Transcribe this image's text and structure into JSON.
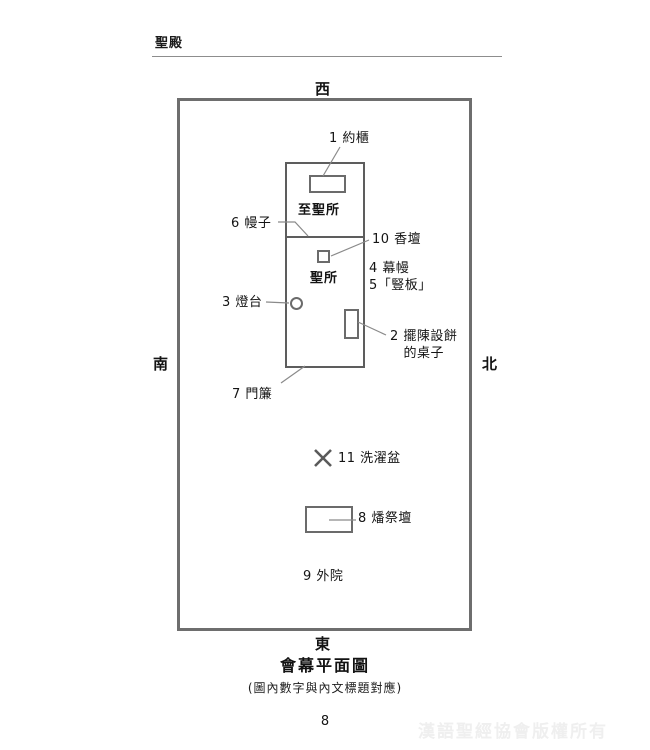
{
  "header": {
    "title": "聖殿"
  },
  "compass": {
    "west": "西",
    "east": "東",
    "south": "南",
    "north": "北"
  },
  "rooms": {
    "holy_of_holies": "至聖所",
    "holy_place": "聖所"
  },
  "labels": {
    "ark": "1 約櫃",
    "showbread_table_line1": "2 擺陳設餅",
    "showbread_table_line2": "的桌子",
    "lampstand": "3 燈台",
    "curtain_screen": "4 幕幔",
    "boards": "5「豎板」",
    "veil": "6 幔子",
    "door_screen": "7 門簾",
    "burnt_offering_altar": "8 燔祭壇",
    "outer_court": "9 外院",
    "incense_altar": "10 香壇",
    "laver": "11 洗濯盆"
  },
  "caption": {
    "title": "會幕平面圖",
    "subtitle": "(圖內數字與內文標題對應)"
  },
  "footer": {
    "page_number": "8",
    "watermark": "漢語聖經協會版權所有"
  },
  "colors": {
    "outer_border": "#6e6e6e",
    "inner_border": "#5d5d5d",
    "object_border": "#6b6b6b",
    "leader_line": "#8a8a8a",
    "text": "#141414",
    "watermark": "#efefef"
  }
}
